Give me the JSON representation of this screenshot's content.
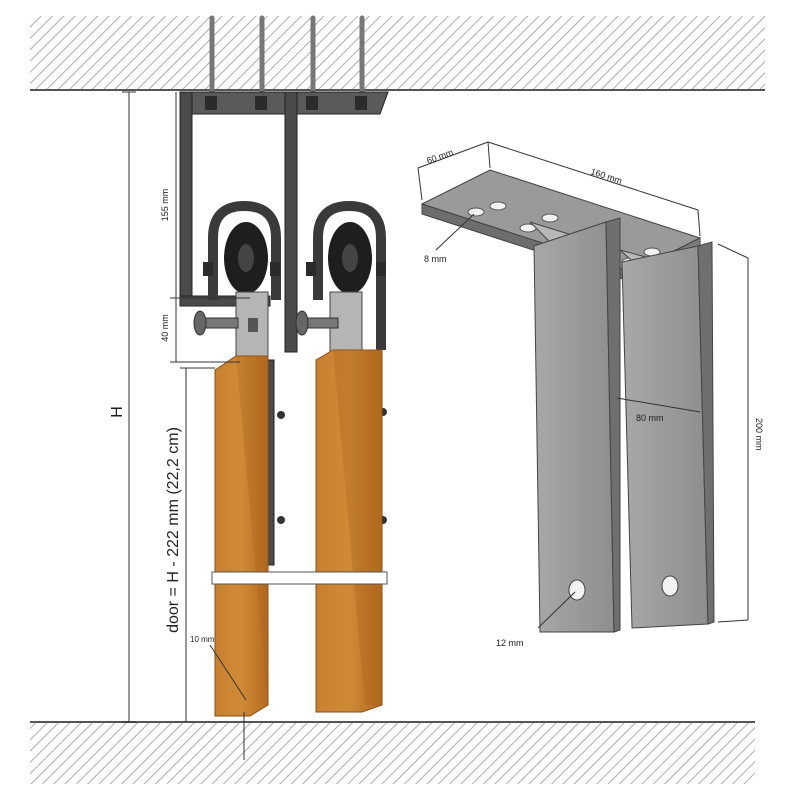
{
  "labels": {
    "height_total": "H",
    "door_formula": "door = H - 222 mm (22,2 cm)",
    "dim_155": "155 mm",
    "dim_40": "40 mm",
    "dim_10": "10 mm",
    "dim_60": "60 mm",
    "dim_160": "160 mm",
    "dim_8": "8 mm",
    "dim_80": "80 mm",
    "dim_200": "200 mm",
    "dim_12": "12 mm"
  },
  "colors": {
    "steel": "#4a4a4a",
    "steel_dark": "#2b2b2b",
    "wheel": "#1e1e1e",
    "bracket_grey": "#9a9a9a",
    "bracket_light": "#b8b8b8",
    "wood_front": "#c47a2a",
    "wood_side": "#9a5a1a",
    "hatch": "#8a8a8a"
  }
}
